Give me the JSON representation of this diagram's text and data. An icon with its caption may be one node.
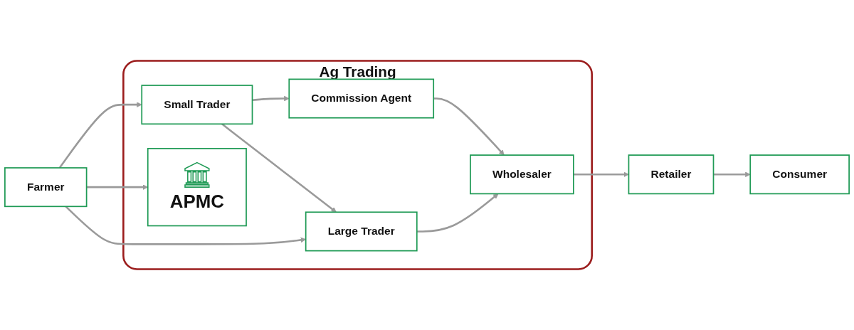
{
  "diagram": {
    "nodes": [
      {
        "text": [
          "Farmer"
        ]
      },
      {
        "text": [
          "Ag Trading"
        ]
      },
      {
        "text": [
          "Small Trader"
        ],
        "in": 1
      },
      {
        "text": [
          "Commission Agent"
        ],
        "in": 1
      },
      {
        "text": [
          "APMC"
        ],
        "in": 1
      },
      {
        "text": [
          "Large Trader"
        ],
        "in": 1
      },
      {
        "text": [
          "Wholesaler"
        ],
        "in": 1
      },
      {
        "text": [
          "Retailer"
        ]
      },
      {
        "text": [
          "Consumer"
        ]
      }
    ],
    "edges": [
      {
        "from": 0,
        "to": 2,
        "arrow": "to"
      },
      {
        "from": 0,
        "to": 4,
        "arrow": "to"
      },
      {
        "from": 0,
        "to": 5,
        "arrow": "to"
      },
      {
        "from": 2,
        "to": 3,
        "arrow": "to"
      },
      {
        "from": 2,
        "to": 5,
        "arrow": "to"
      },
      {
        "from": 3,
        "to": 6,
        "arrow": "to"
      },
      {
        "from": 5,
        "to": 6,
        "arrow": "to"
      },
      {
        "from": 6,
        "to": 7,
        "arrow": "to"
      },
      {
        "from": 7,
        "to": 8,
        "arrow": "to"
      }
    ]
  }
}
